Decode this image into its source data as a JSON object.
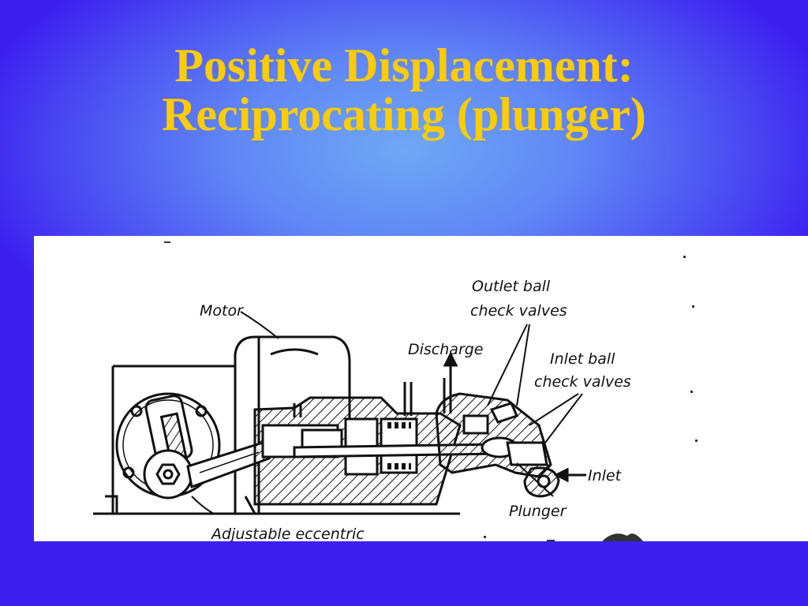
{
  "slide": {
    "title_line1": "Positive Displacement:",
    "title_line2": "Reciprocating (plunger)"
  },
  "diagram": {
    "labels": {
      "motor": "Motor",
      "discharge": "Discharge",
      "outlet_line1": "Outlet  ball",
      "outlet_line2": "check valves",
      "inlet_line1": "Inlet ball",
      "inlet_line2": "check valves",
      "inlet": "Inlet",
      "plunger": "Plunger",
      "eccentric": "Adjustable  eccentric"
    }
  },
  "colors": {
    "title": "#ffcc00",
    "background_edge": "#3b1cf0",
    "background_center": "#6fa8f5",
    "figure_background": "#ffffff",
    "ink": "#111111"
  }
}
